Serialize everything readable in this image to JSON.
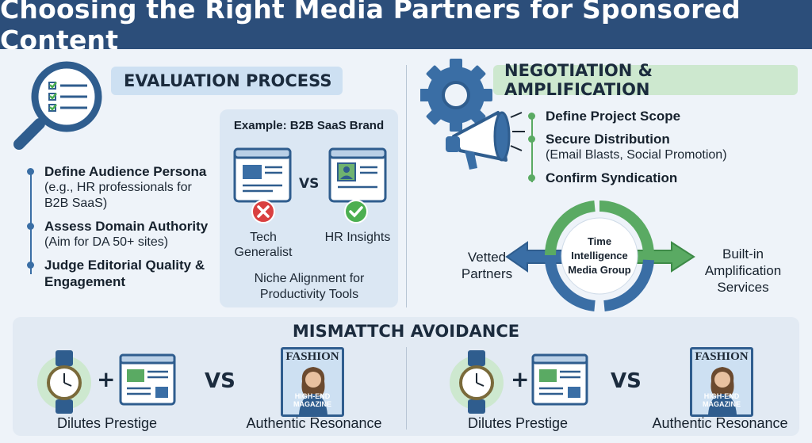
{
  "title": "Choosing the Right Media Partners for Sponsored Content",
  "evaluation": {
    "heading": "EVALUATION PROCESS",
    "items": [
      {
        "head": "Define Audience Persona",
        "sub": "(e.g., HR professionals for B2B SaaS)"
      },
      {
        "head": "Assess Domain Authority",
        "sub": "(Aim for DA 50+ sites)"
      },
      {
        "head": "Judge Editorial Quality & Engagement",
        "sub": ""
      }
    ],
    "example": {
      "title": "Example: B2B SaaS Brand",
      "vs": "VS",
      "left_label": "Tech Generalist",
      "right_label": "HR Insights",
      "footer": "Niche Alignment for Productivity Tools"
    }
  },
  "negotiation": {
    "heading": "NEGOTIATION & AMPLIFICATION",
    "items": [
      {
        "head": "Define Project Scope",
        "sub": ""
      },
      {
        "head": "Secure Distribution",
        "sub": "(Email Blasts, Social Promotion)"
      },
      {
        "head": "Confirm Syndication",
        "sub": ""
      }
    ],
    "cycle": {
      "center": "Time Intelligence Media Group",
      "left": "Vetted Partners",
      "right": "Built-in Amplification Services"
    }
  },
  "mismatch": {
    "heading": "MISMATTCH AVOIDANCE",
    "panels": [
      {
        "left_caption": "Dilutes Prestige",
        "vs": "VS",
        "right_caption": "Authentic Resonance",
        "magazine_title": "FASHION",
        "magazine_tag": "HIGH-END MAGAZINE"
      },
      {
        "left_caption": "Dilutes Prestige",
        "vs": "VS",
        "right_caption": "Authentic Resonance",
        "magazine_title": "FASHION",
        "magazine_tag": "HIGH-END MAGAZINE"
      }
    ]
  },
  "colors": {
    "title_bg": "#2c4e7a",
    "blue_accent": "#3a6ea5",
    "green_accent": "#5aaa63",
    "red": "#d94040",
    "green_check": "#4caf50"
  }
}
